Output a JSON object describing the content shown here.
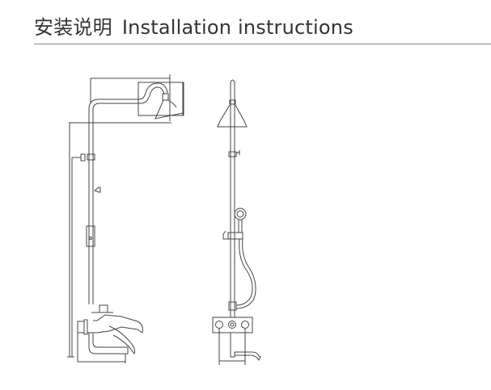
{
  "header": {
    "title_cn": "安装说明",
    "title_en": "Installation instructions"
  },
  "diagrams": [
    {
      "view": "side-view"
    },
    {
      "view": "front-view"
    }
  ]
}
